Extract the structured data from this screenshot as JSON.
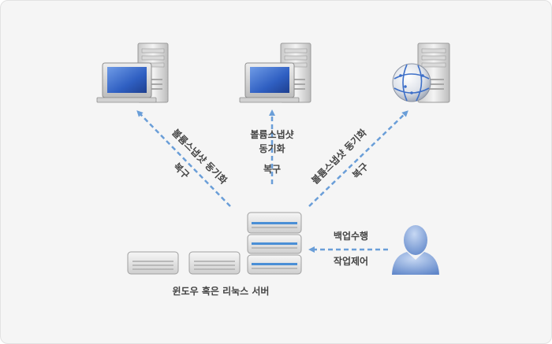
{
  "labels": {
    "left_arrow_line1": "볼륨스냅샷 동기화",
    "left_arrow_line2": "복구",
    "center_arrow_line1": "볼륨스냅샷",
    "center_arrow_line2": "동기화",
    "center_arrow_line3": "복구",
    "right_arrow_line1": "볼륨스냅샷 동기화",
    "right_arrow_line2": "복구",
    "backup_line1": "백업수행",
    "backup_line2": "작업제어",
    "server_caption": "윈도우 혹은 리눅스 서버"
  },
  "icons": {
    "left_node": "desktop-computer-icon",
    "center_node": "desktop-computer-icon",
    "right_node": "network-server-globe-icon",
    "main_server": "server-stack-icon",
    "user": "user-silhouette-icon"
  },
  "colors": {
    "arrow": "#6a9ed8",
    "label_text": "#444444",
    "screen": "#3b6fd0",
    "server_stripe": "#4a8fd6",
    "user": "#7d9ed6"
  }
}
